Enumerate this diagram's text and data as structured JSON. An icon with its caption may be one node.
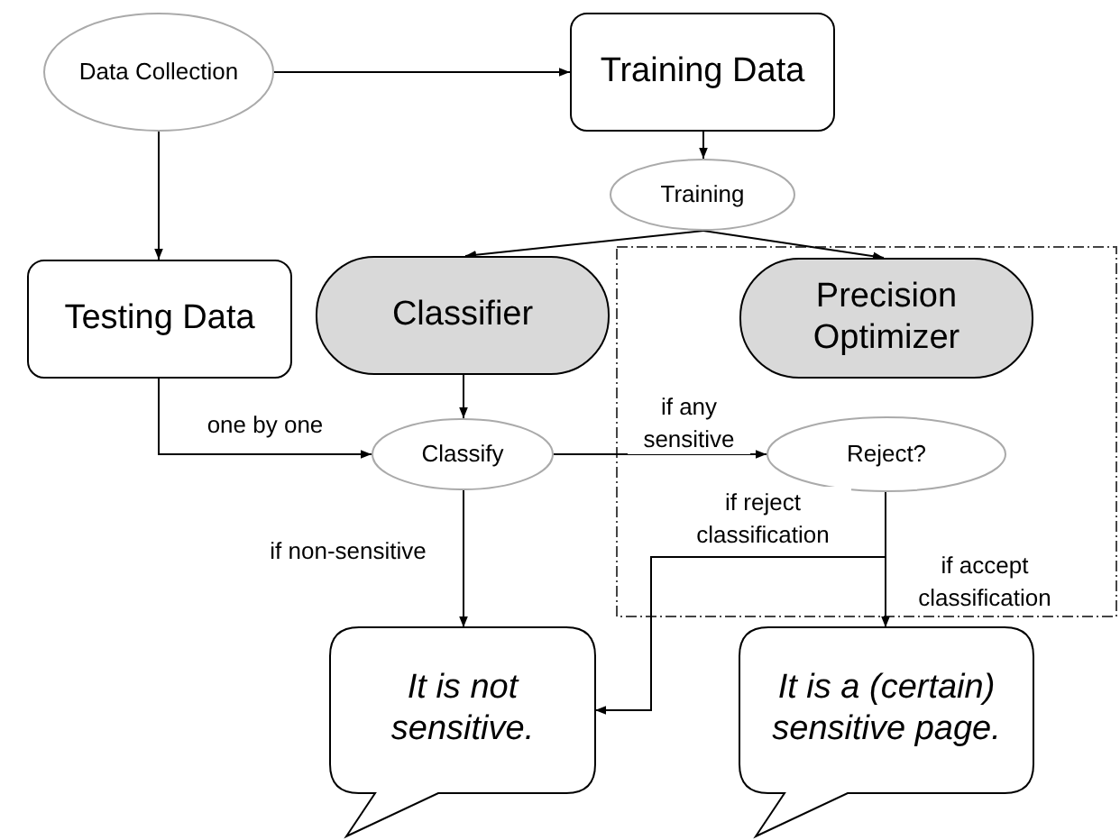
{
  "diagram": {
    "nodes": [
      {
        "text": [
          "Data Collection"
        ]
      },
      {
        "text": [
          "Training Data"
        ]
      },
      {
        "text": [
          "Training"
        ]
      },
      {
        "text": [
          "Testing Data"
        ]
      },
      {
        "text": [
          "Classifier"
        ]
      },
      {
        "text": [
          "Precision Optimizer"
        ]
      },
      {
        "text": [
          "Classify"
        ]
      },
      {
        "text": [
          "Reject?"
        ]
      },
      {
        "text": [
          "It is not sensitive."
        ]
      },
      {
        "text": [
          "It is a (certain) sensitive page."
        ]
      }
    ],
    "edges": [
      {
        "from": 0,
        "to": 1,
        "arrow": "to"
      },
      {
        "from": 0,
        "to": 3,
        "arrow": "to"
      },
      {
        "from": 1,
        "to": 2,
        "arrow": "to"
      },
      {
        "from": 2,
        "to": 4,
        "arrow": "to"
      },
      {
        "from": 2,
        "to": 5,
        "arrow": "to"
      },
      {
        "from": 4,
        "to": 6,
        "arrow": "to"
      },
      {
        "from": 3,
        "to": 6,
        "arrow": "to",
        "label": "one by one"
      },
      {
        "from": 6,
        "to": 7,
        "arrow": "to",
        "label": "if any sensitive"
      },
      {
        "from": 6,
        "to": 8,
        "arrow": "to",
        "label": "if non-sensitive"
      },
      {
        "from": 7,
        "to": 8,
        "arrow": "to",
        "label": "if reject classification"
      },
      {
        "from": 7,
        "to": 9,
        "arrow": "to",
        "label": "if accept classification"
      }
    ]
  }
}
